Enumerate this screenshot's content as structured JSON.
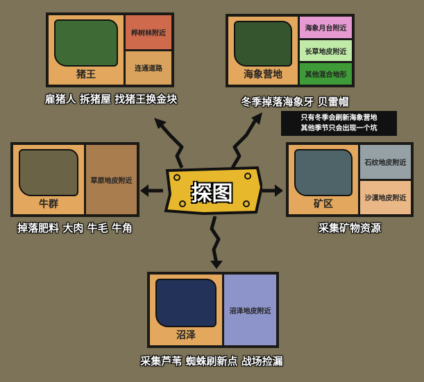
{
  "center": {
    "title": "探图"
  },
  "cards": {
    "pig_king": {
      "label": "猪王",
      "cells": [
        "桦树林附近",
        "连通道路"
      ],
      "caption": "雇猪人 拆猪屋 找猪王换金块"
    },
    "walrus": {
      "label": "海象营地",
      "cells": [
        "海象月台附近",
        "长草地皮附近",
        "其他混合地形"
      ],
      "caption": "冬季掉落海象牙 贝雷帽",
      "tooltip": [
        "只有冬季会刷新海象营地",
        "其他季节只会出现一个坑"
      ]
    },
    "beefalo": {
      "label": "牛群",
      "cells": [
        "草原地皮附近"
      ],
      "caption": "掉落肥料 大肉 牛毛 牛角"
    },
    "mine": {
      "label": "矿区",
      "cells": [
        "石纹地皮附近",
        "沙漠地皮附近"
      ],
      "caption": "采集矿物资源"
    },
    "swamp": {
      "label": "沼泽",
      "cells": [
        "沼泽地皮附近"
      ],
      "caption": "采集芦苇 蜘蛛刷新点 战场捡漏"
    }
  },
  "colors": {
    "background": "#7c7358",
    "sign": "#e8b82c",
    "panel": "#e3a85e"
  }
}
